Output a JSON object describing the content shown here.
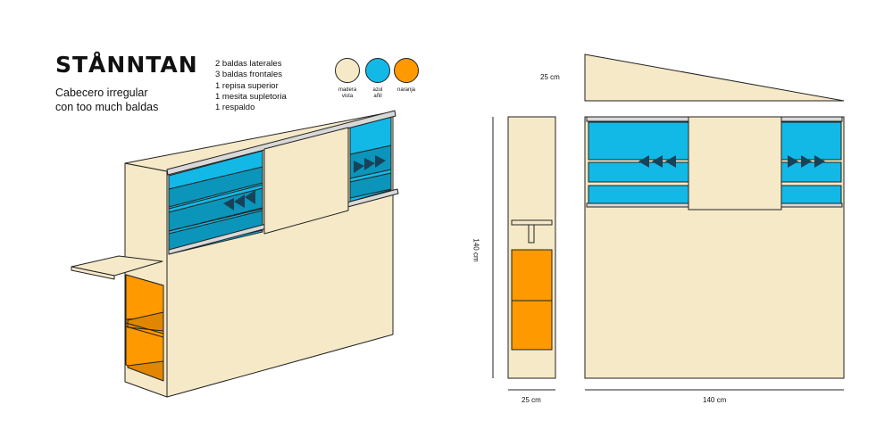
{
  "title": "STÅNNTAN",
  "subtitle": [
    "Cabecero irregular",
    "con too much baldas"
  ],
  "parts": [
    "2 baldas laterales",
    "3 baldas frontales",
    "1 repisa superior",
    "1 mesita supletoria",
    "1 respaldo"
  ],
  "colors": [
    {
      "name_lines": [
        "madera",
        "vista"
      ],
      "hex": "#f5e9c8"
    },
    {
      "name_lines": [
        "azul",
        "añil"
      ],
      "hex": "#12b9e6"
    },
    {
      "name_lines": [
        "naranja"
      ],
      "hex": "#ff9900"
    }
  ],
  "dimensions": {
    "side_height": "25 cm",
    "side_width": "25 cm",
    "total_height": "140 cm",
    "front_width": "140 cm"
  },
  "icons": [
    "arrow-left-icon",
    "arrow-right-icon"
  ]
}
